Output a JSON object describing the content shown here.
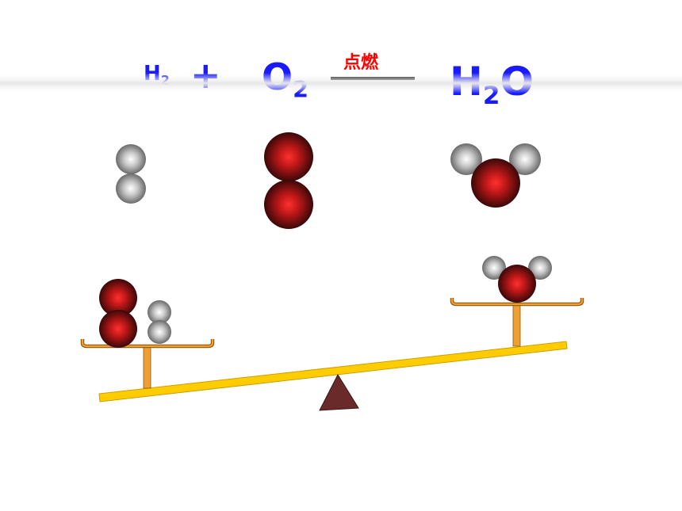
{
  "equation": {
    "hydrogen": {
      "symbol": "H",
      "subscript": "2"
    },
    "plus": "+",
    "oxygen": {
      "symbol": "O",
      "subscript": "2"
    },
    "condition": "点燃",
    "water": {
      "symbol_1": "H",
      "subscript": "2",
      "symbol_2": "O"
    }
  },
  "colors": {
    "formula": "#1a1aff",
    "condition": "#ff0000",
    "oxygen_atom": "#8a1010",
    "hydrogen_atom": "#9a9a9a",
    "beam": "#ffcc00",
    "pan": "#f0a030",
    "fulcrum": "#6b2a2a"
  },
  "molecules": [
    "hydrogen-molecule",
    "oxygen-molecule",
    "water-molecule"
  ]
}
